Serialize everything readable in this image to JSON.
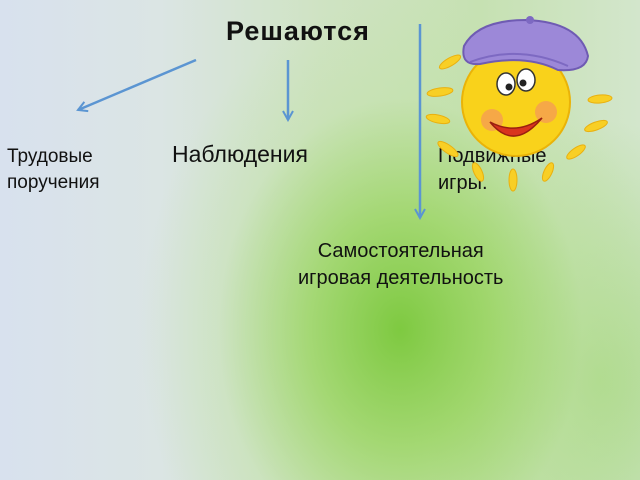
{
  "title": "Решаются",
  "nodes": [
    {
      "line1": "Трудовые",
      "line2": "поручения"
    },
    {
      "line1": "Наблюдения"
    },
    {
      "line1": "Подвижные",
      "line2": "игры."
    },
    {
      "line1": "Самостоятельная",
      "line2": "игровая  деятельность"
    }
  ],
  "colors": {
    "arrow": "#5b95d2",
    "sun": "#f9d21b",
    "beret": "#9c88d8"
  },
  "icons": [
    "sun-with-beret-icon"
  ]
}
